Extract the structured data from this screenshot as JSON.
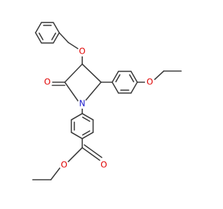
{
  "molecule": {
    "atoms": [
      {
        "id": "ring-oxygen",
        "symbol": "O",
        "color": "#e00000"
      },
      {
        "id": "carbonyl-oxygen",
        "symbol": "O",
        "color": "#e00000"
      },
      {
        "id": "lactam-nitrogen",
        "symbol": "N",
        "color": "#1c1ccc"
      },
      {
        "id": "ethoxy-oxygen",
        "symbol": "O",
        "color": "#e00000"
      },
      {
        "id": "ester-carbonyl-oxygen",
        "symbol": "O",
        "color": "#e00000"
      },
      {
        "id": "ester-ether-oxygen",
        "symbol": "O",
        "color": "#e00000"
      }
    ],
    "bond_color": "#3a3a3a"
  }
}
